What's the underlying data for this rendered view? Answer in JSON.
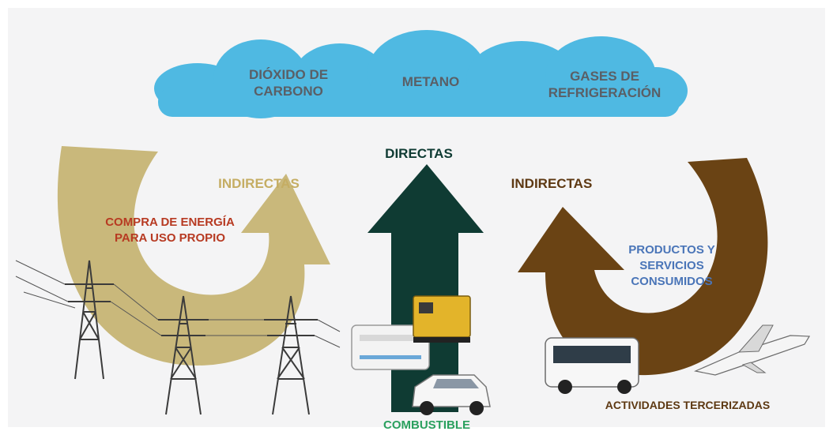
{
  "cloud": {
    "gas_1_line_1": "DIÓXIDO DE",
    "gas_1_line_2": "CARBONO",
    "gas_2": "METANO",
    "gas_3_line_1": "GASES DE",
    "gas_3_line_2": "REFRIGERACIÓN"
  },
  "left_cycle": {
    "title": "INDIRECTAS",
    "line_1": "COMPRA DE ENERGÍA",
    "line_2": "PARA USO PROPIO",
    "icon": "power-tower-icon"
  },
  "center": {
    "title": "DIRECTAS",
    "bottom_label": "COMBUSTIBLE",
    "icons": [
      "generator-icon",
      "air-conditioner-icon",
      "suv-icon"
    ]
  },
  "right_cycle": {
    "title": "INDIRECTAS",
    "line_1": "PRODUCTOS Y",
    "line_2": "SERVICIOS",
    "line_3": "CONSUMIDOS",
    "footer": "ACTIVIDADES TERCERIZADAS",
    "icons": [
      "bus-icon",
      "airplane-icon"
    ]
  },
  "colors": {
    "cloud": "#4fb9e2",
    "cloud_text": "#5a5f66",
    "left_arrow": "#c9b87b",
    "left_title": "#c5ad63",
    "left_text": "#b73a22",
    "center_arrow": "#0f3b33",
    "center_title": "#0f3b33",
    "fuel_text": "#2aa05e",
    "right_arrow": "#6a4314",
    "right_title": "#5d3812",
    "right_text": "#4a75b8",
    "footer_text": "#5d3812"
  }
}
